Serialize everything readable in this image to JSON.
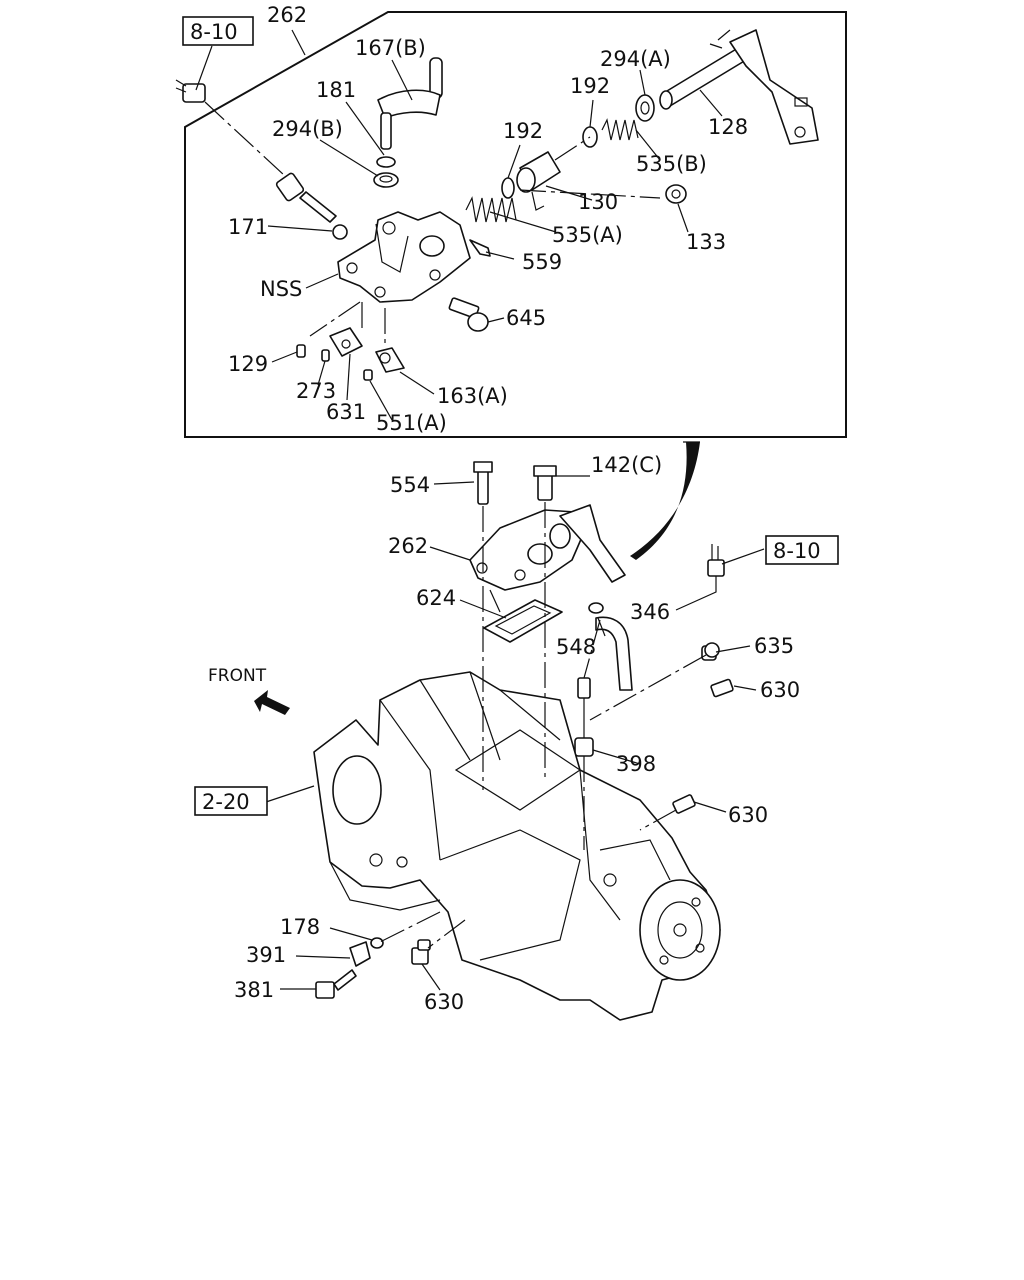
{
  "labels": {
    "ref_8_10_top": "8-10",
    "l262_top": "262",
    "l167b": "167(B)",
    "l181": "181",
    "l294b": "294(B)",
    "l294a": "294(A)",
    "l192_a": "192",
    "l192_b": "192",
    "l128": "128",
    "l535b": "535(B)",
    "l130": "130",
    "l535a": "535(A)",
    "l133": "133",
    "l171": "171",
    "l559": "559",
    "lnss": "NSS",
    "l645": "645",
    "l129": "129",
    "l273": "273",
    "l631": "631",
    "l163a": "163(A)",
    "l551a": "551(A)",
    "l554": "554",
    "l142c": "142(C)",
    "l262_mid": "262",
    "ref_8_10_mid": "8-10",
    "l624": "624",
    "l346": "346",
    "l548": "548",
    "l635": "635",
    "front": "FRONT",
    "l630_a": "630",
    "l398": "398",
    "ref_2_20": "2-20",
    "l630_b": "630",
    "l178": "178",
    "l391": "391",
    "l381": "381",
    "l630_c": "630"
  }
}
